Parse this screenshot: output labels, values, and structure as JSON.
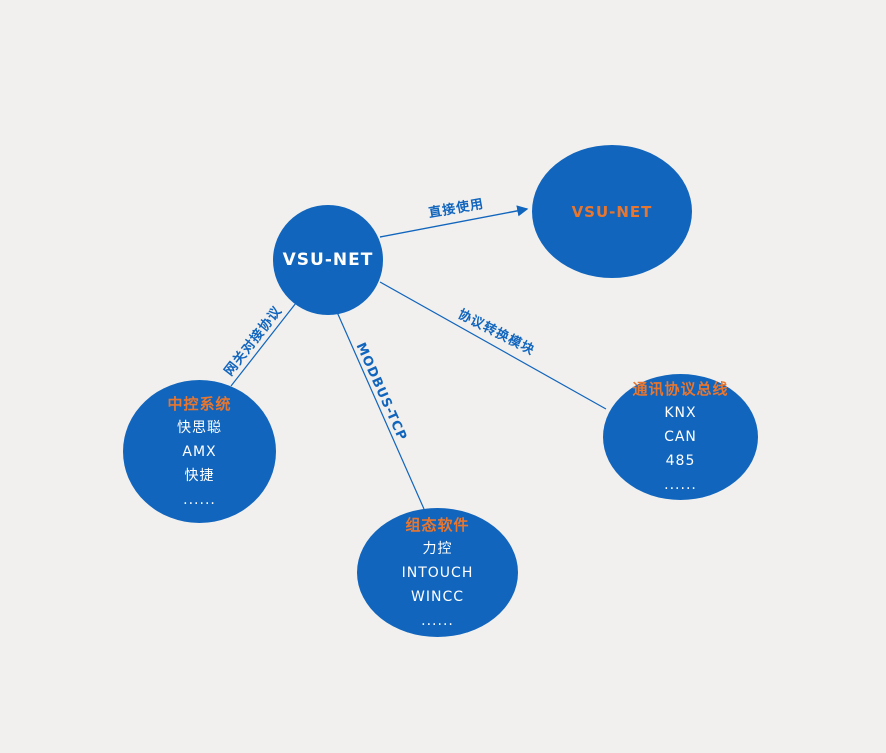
{
  "colors": {
    "node_fill": "#1165bd",
    "title_orange": "#e9762e",
    "node_text_white": "#ffffff",
    "edge_line": "#1165bd",
    "background": "#f1f0ee"
  },
  "center_node": {
    "label": "VSU-NET"
  },
  "nodes": [
    {
      "id": "vsu-net-target",
      "title": "VSU-NET",
      "items": []
    },
    {
      "id": "central-control-system",
      "title": "中控系统",
      "items": [
        "快思聪",
        "AMX",
        "快捷",
        "......"
      ]
    },
    {
      "id": "scada-software",
      "title": "组态软件",
      "items": [
        "力控",
        "INTOUCH",
        "WINCC",
        "......"
      ]
    },
    {
      "id": "protocol-bus",
      "title": "通讯协议总线",
      "items": [
        "KNX",
        "CAN",
        "485",
        "......"
      ]
    }
  ],
  "edges": [
    {
      "label": "直接使用"
    },
    {
      "label": "网关对接协议"
    },
    {
      "label": "MODBUS-TCP"
    },
    {
      "label": "协议转换模块"
    }
  ]
}
